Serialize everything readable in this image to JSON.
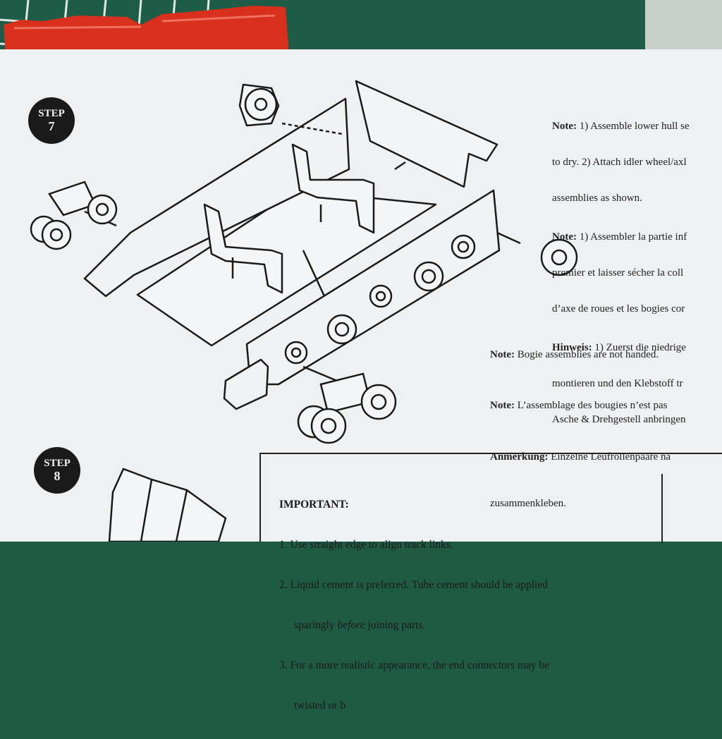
{
  "step7": {
    "label": "STEP",
    "number": "7"
  },
  "step8": {
    "label": "STEP",
    "number": "8"
  },
  "notes_top": {
    "en_head": "Note:",
    "en_text": "1) Assemble lower hull se",
    "en_l2": "to dry. 2) Attach idler wheel/axl",
    "en_l3": "assemblies as shown.",
    "fr_head": "Note:",
    "fr_text": "1) Assembler la partie inf",
    "fr_l2": "premier et laisser sécher la coll",
    "fr_l3": "d’axe de roues et les bogies cor",
    "de_head": "Hinweis:",
    "de_text": "1) Zuerst die niedrige",
    "de_l2": "montieren und den Klebstoff tr",
    "de_l3": "Asche & Drehgestell anbringen"
  },
  "notes_mid": {
    "en_head": "Note:",
    "en_text": "Bogie assemblies are not handed.",
    "fr_head": "Note:",
    "fr_text": "L’assemblage des bougies n’est pas",
    "de_head": "Anmerkung:",
    "de_text": "Einzelne Leufrollenpaare na",
    "de_l2": "zusammenkleben."
  },
  "important": {
    "title": "IMPORTANT:",
    "l1": "1. Use straight edge to align track links.",
    "l2a": "2. Liquid cement is preferred. Tube cement should be applied",
    "l2b": "sparingly ",
    "l2c": "before",
    "l2d": " joining parts.",
    "l3": "3. For a more realistic appearance, the end connectors may be",
    "l4": "twisted or b"
  },
  "colors": {
    "mat": "#1d5c46",
    "paper": "#eef0f2",
    "ink": "#1a1a1a",
    "bag": "#d8301c"
  }
}
